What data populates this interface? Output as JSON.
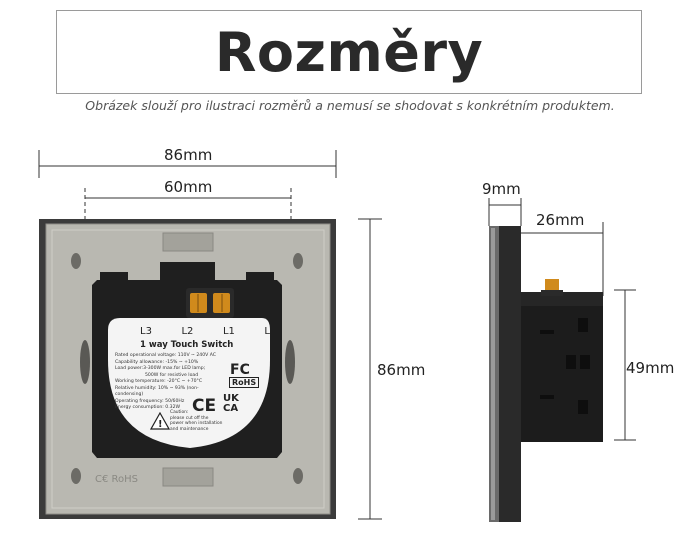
{
  "title": "Rozměry",
  "disclaimer": "Obrázek slouží pro ilustraci rozměrů a nemusí se shodovat s konkrétním produktem.",
  "dimensions": {
    "front_width": "86mm",
    "mount_width": "60mm",
    "front_height": "86mm",
    "panel_thickness": "9mm",
    "depth": "26mm",
    "module_height": "49mm"
  },
  "label_plate": {
    "terminals": [
      "L3",
      "L2",
      "L1",
      "L"
    ],
    "product_name": "1 way Touch Switch",
    "specs": [
      "Rated operational voltage: 110V ~ 240V AC",
      "Capability allowance: -15% ~ +10%",
      "Load power:3-300W max.for LED lamp;",
      "500W for resistive load",
      "Working temperature: -20°C ~ +70°C",
      "Relative humidity: 10% ~ 93% (non-condensing)",
      "Operating frequency: 50/60Hz",
      "Energy consumption: 0.32W"
    ],
    "caution": [
      "Caution:",
      "please cut off the",
      "power when installation",
      "and maintenance"
    ],
    "marks": {
      "fc": "FC",
      "rohs": "RoHS",
      "ce": "CE",
      "ukca_top": "UK",
      "ukca_bottom": "CA"
    }
  },
  "colors": {
    "frame": "#3b3b3b",
    "plate": "#b9b8b1",
    "module": "#1f1f1f",
    "label": "#f4f4f4",
    "terminal": "#d08a1c"
  }
}
